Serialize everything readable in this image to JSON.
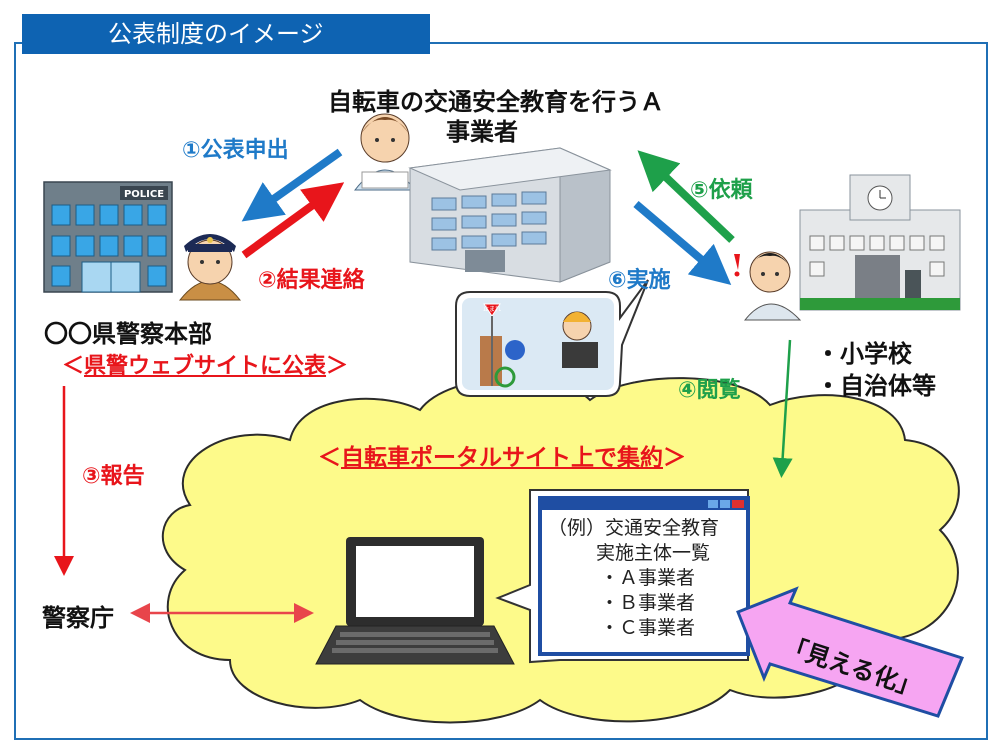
{
  "title": "公表制度のイメージ",
  "provider": {
    "line1": "自転車の交通安全教育を行うＡ",
    "line2": "事業者"
  },
  "police_hq": {
    "name": "〇〇県警察本部",
    "publish_lt": "＜",
    "publish": "県警ウェブサイトに公表",
    "publish_gt": "＞"
  },
  "police_sign": "POLICE",
  "agency": "警察庁",
  "school": {
    "item1": "・小学校",
    "item2": "・自治体等"
  },
  "steps": {
    "s1": "①公表申出",
    "s2": "②結果連絡",
    "s3": "③報告",
    "s4": "④閲覧",
    "s5": "⑤依頼",
    "s6": "⑥実施"
  },
  "cloud": {
    "lt": "＜",
    "title": "自転車ポータルサイト上で集約",
    "gt": "＞"
  },
  "window": {
    "line1": "（例）交通安全教育",
    "line2": "実施主体一覧",
    "items": [
      "・Ａ事業者",
      "・Ｂ事業者",
      "・Ｃ事業者"
    ]
  },
  "stop_sign": "止まれ",
  "visualization": "「見える化」",
  "colors": {
    "frame": "#1f6fb5",
    "blue": "#1f7ac8",
    "red": "#e8151b",
    "green": "#1ea04a",
    "cloud": "#fdfa8a",
    "callout": "#f6a5f2"
  }
}
